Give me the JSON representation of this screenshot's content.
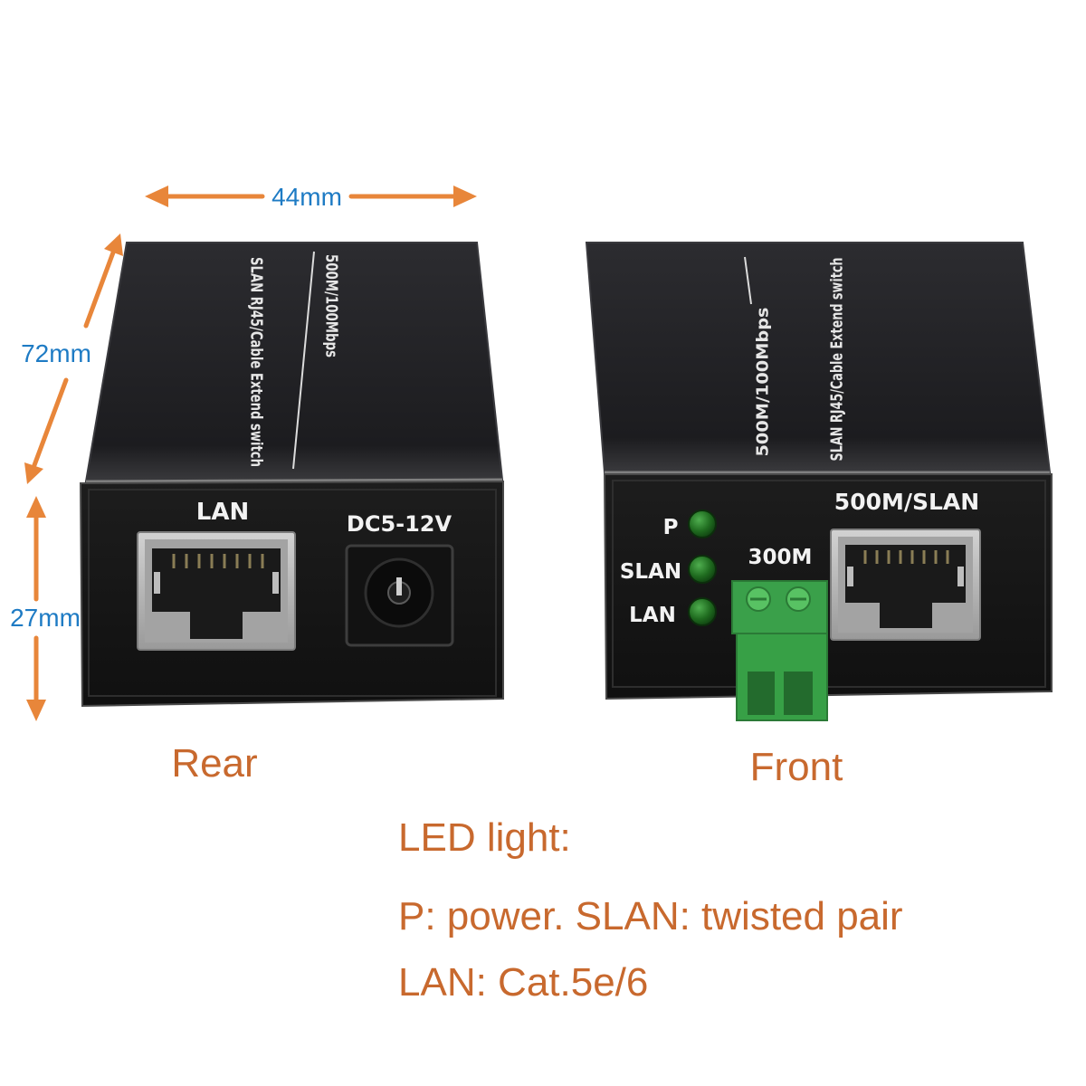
{
  "dimensions": {
    "width_label": "44mm",
    "length_label": "72mm",
    "height_label": "27mm"
  },
  "rear": {
    "caption": "Rear",
    "port_label": "LAN",
    "power_label": "DC5-12V",
    "top_print": [
      "SLAN RJ45/Cable Extend switch",
      "500M/100Mbps"
    ]
  },
  "front": {
    "caption": "Front",
    "leds": [
      {
        "label": "P"
      },
      {
        "label": "SLAN"
      },
      {
        "label": "LAN"
      }
    ],
    "terminal_label": "300M",
    "port_label": "500M/SLAN",
    "top_print": [
      "500M/100Mbps",
      "SLAN RJ45/Cable Extend switch"
    ]
  },
  "legend": {
    "title": "LED light:",
    "lines": [
      "P: power. SLAN: twisted pair",
      "LAN: Cat.5e/6"
    ]
  },
  "colors": {
    "arrow_orange": "#E8863A",
    "caption_orange": "#C8692E",
    "dimension_blue": "#1E7BC4",
    "led_green": "#1F6B1F",
    "terminal_green": "#3AA04A",
    "housing_black": "#161616"
  }
}
